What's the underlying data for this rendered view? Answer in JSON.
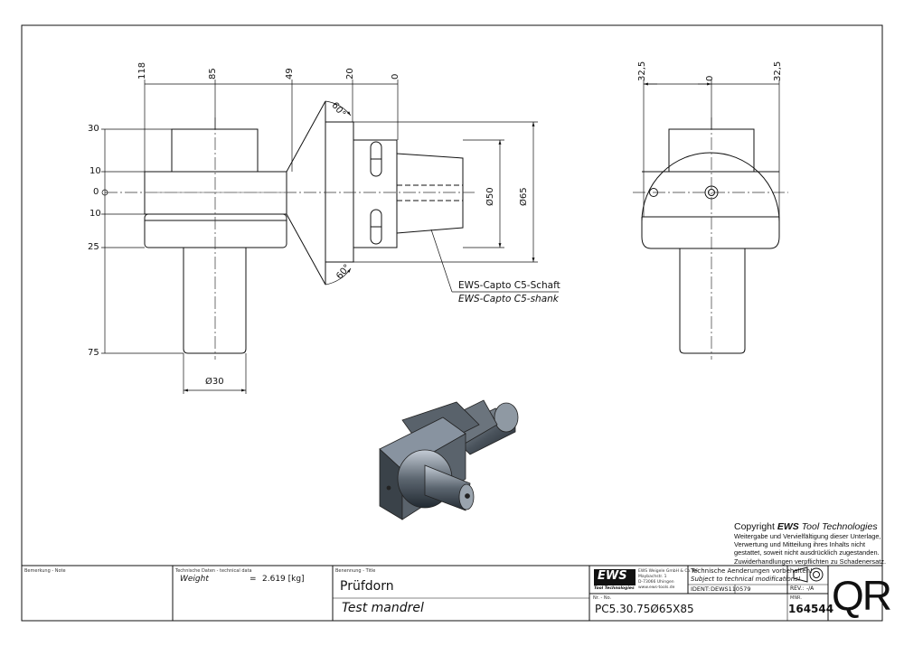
{
  "views": {
    "top_dims": [
      "118",
      "85",
      "49",
      "20",
      "0"
    ],
    "left_dims": [
      "30",
      "10",
      "0",
      "10",
      "25",
      "75"
    ],
    "diameter_small": "Ø30",
    "diameter_50": "Ø50",
    "diameter_65": "Ø65",
    "angle_label": "60°",
    "right_dims": [
      "32,5",
      "0",
      "32,5"
    ],
    "callout_de": "EWS-Capto C5-Schaft",
    "callout_en": "EWS-Capto C5-shank"
  },
  "copyright": {
    "prefix": "Copyright",
    "brand": "EWS",
    "suffix": "Tool Technologies",
    "lines": [
      "Weitergabe und Vervielfältigung dieser Unterlage,",
      "Verwertung und Mitteilung ihres Inhalts nicht",
      "gestattet, soweit nicht ausdrücklich zugestanden.",
      "Zuwiderhandlungen verpflichten zu Schadenersatz."
    ]
  },
  "title_block": {
    "note_label": "Bemerkung - Note",
    "tech_label": "Technische Daten - technical data",
    "weight_label": "Weight",
    "weight_eq": "=",
    "weight_value": "2.619 [kg]",
    "title_label": "Benennung - Title",
    "title_de": "Prüfdorn",
    "title_en": "Test mandrel",
    "logo": "EWS",
    "logo_sub": "Tool Technologies",
    "company_lines": [
      "EWS Weigele GmbH & Co. KG",
      "Maybachstr. 1",
      "D-73066 Uhingen",
      "www.ews-tools.de"
    ],
    "changes_de": "Technische Aenderungen vorbehalten!",
    "changes_en": "Subject to technical modifications!",
    "ident_label": "IDENT:",
    "ident_value": "DEWS110579",
    "rev_label": "REV.:",
    "rev_value": "-/A",
    "nr_label": "Nr. - No.",
    "nr_value": "PC5.30.75Ø65X85",
    "mnr_label": "MNR.",
    "mnr_value": "164544",
    "qr": "QR"
  }
}
